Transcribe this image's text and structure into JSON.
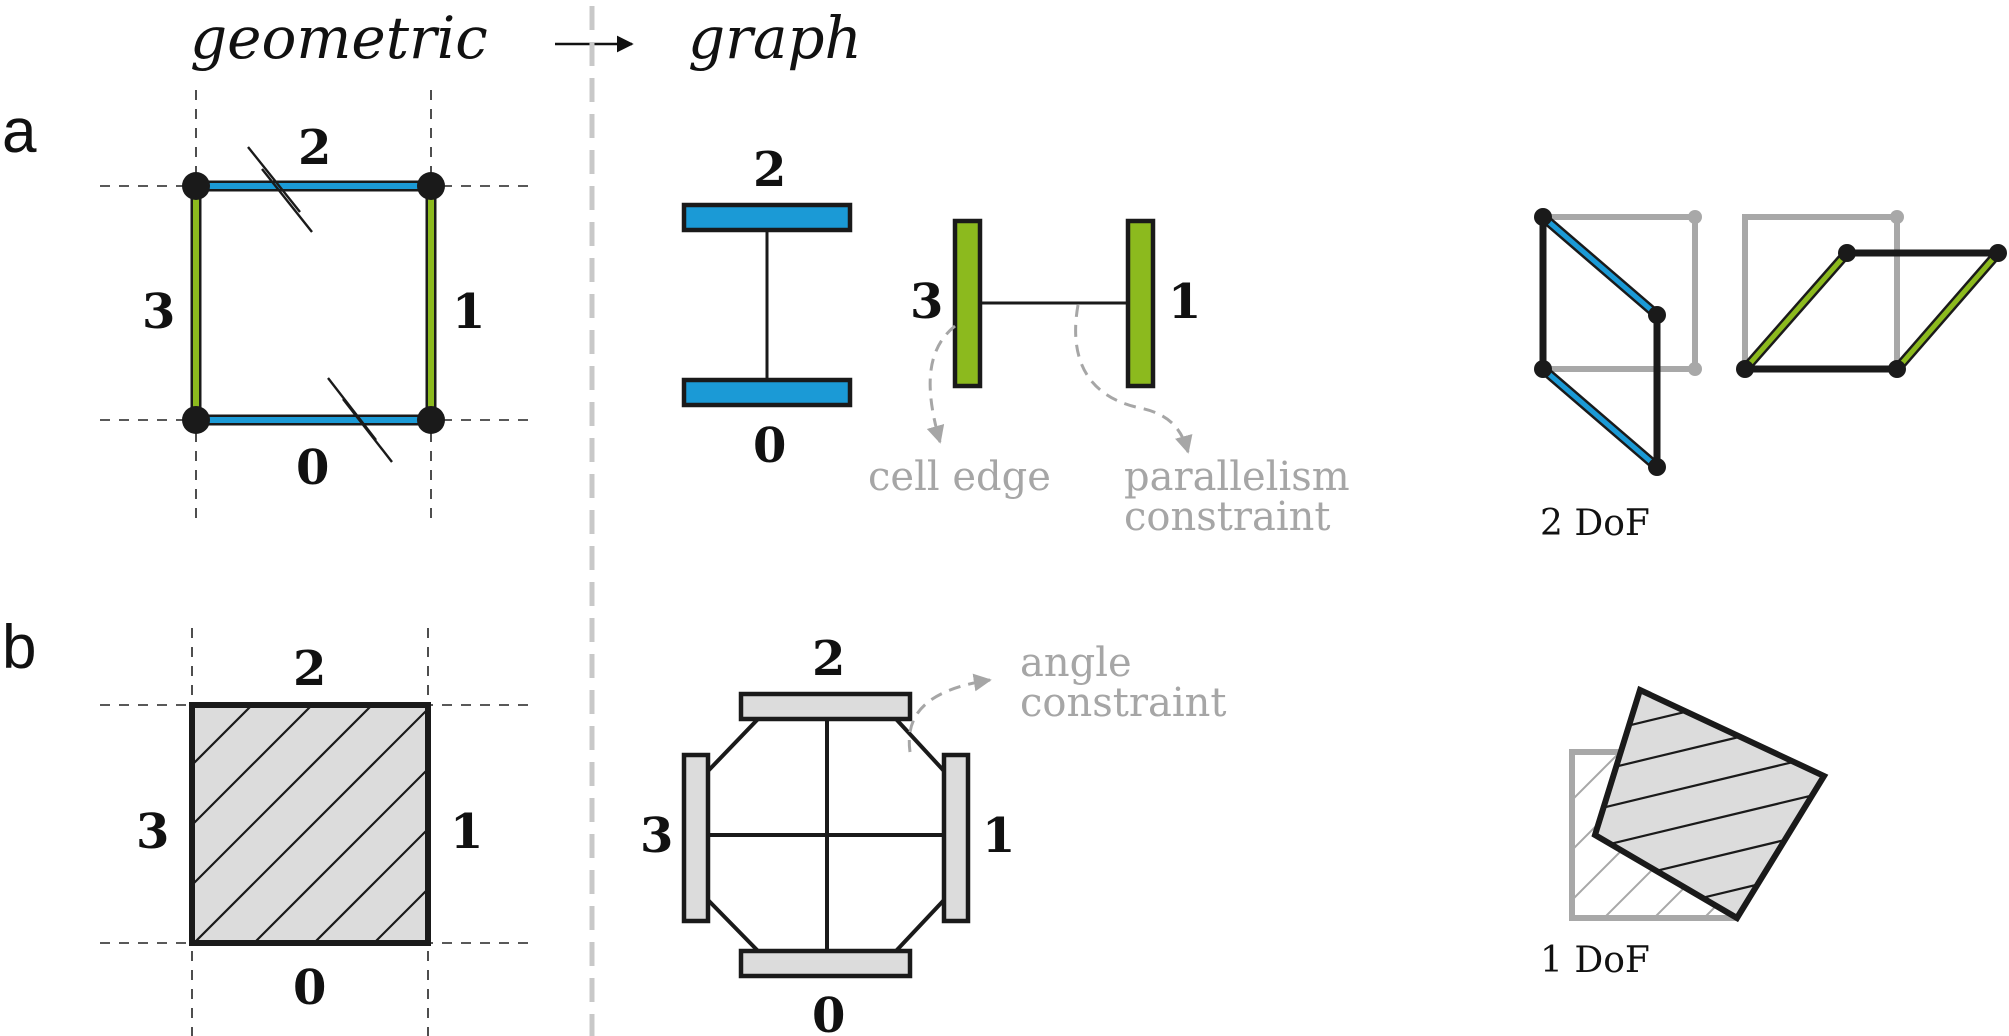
{
  "headers": {
    "geometric": "geometric",
    "graph": "graph"
  },
  "panels": {
    "a": "a",
    "b": "b"
  },
  "edge_labels": {
    "top": "2",
    "right": "1",
    "bottom": "0",
    "left": "3"
  },
  "annotations": {
    "cell_edge": "cell edge",
    "parallelism_line1": "parallelism",
    "parallelism_line2": "constraint",
    "angle_line1": "angle",
    "angle_line2": "constraint"
  },
  "dof": {
    "a": "2 DoF",
    "b": "1 DoF"
  },
  "colors": {
    "blue": "#1b9ad6",
    "green": "#8cba1e",
    "light_gray_fill": "#dcdcdc",
    "gray_ghost": "#a8a8a8",
    "annotation_gray": "#a6a6a6",
    "divider": "#c8c8c8",
    "black": "#1a1a1a"
  }
}
